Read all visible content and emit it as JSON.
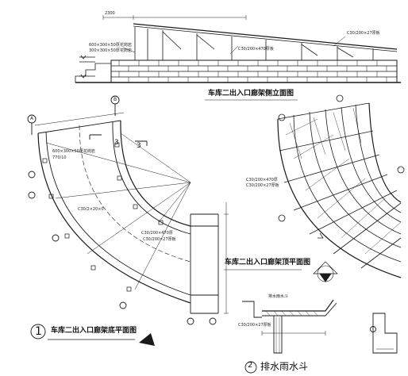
{
  "titles": {
    "elevation": "车库二出入口廊架侧立面图",
    "roof_plan": "车库二出入口廊架顶平面图",
    "base_plan": "车库二出入口廊架底平面图",
    "drain": "排水雨水斗"
  },
  "drawing_numbers": {
    "base_plan": "1",
    "drain": "2"
  },
  "axis_labels": {
    "grid_a": "A",
    "grid_b": "B"
  },
  "section_marks": {
    "left": "3",
    "right": "3"
  },
  "dimensions": {
    "top_a": "2300",
    "side_1": "600×300×50厚花岗岩",
    "side_2": "300×300×50厚花岗岩",
    "elev_mid": "C30/200×470厚板",
    "elev_right": "C30/200×27厚板",
    "plan_1": "600×300×50厚花岗岩",
    "plan_2": "770/10",
    "plan_3": "C30/2×20×0",
    "plan_4": "C30/200×470厚",
    "plan_5": "C30/200×27厚板",
    "plan_6": "C30/200×470厚",
    "plan_7": "C30/200×27厚板",
    "drain_1": "排水雨水斗",
    "drain_2": "C30/200×27厚板"
  }
}
